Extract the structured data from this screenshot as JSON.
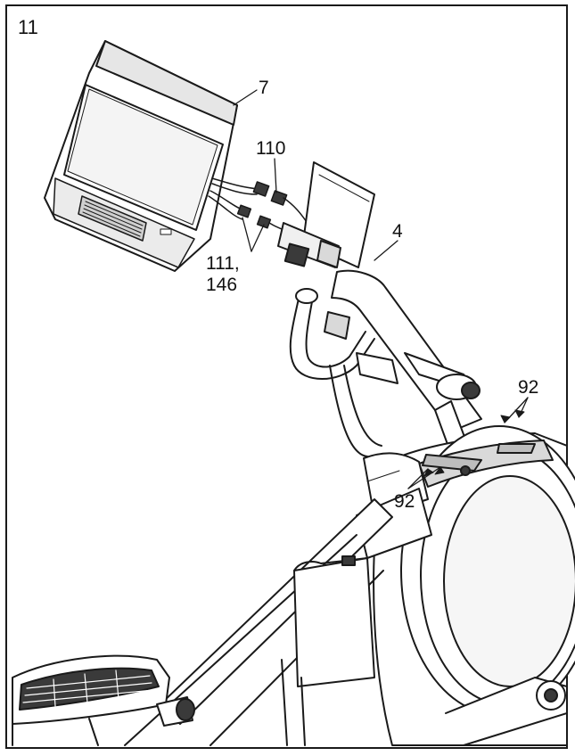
{
  "step_number": "11",
  "callouts": {
    "console": "7",
    "wire_110": "110",
    "wire_111": "111,",
    "wire_146": "146",
    "upright": "4",
    "screw_92_top": "92",
    "screw_92_bottom": "92"
  },
  "colors": {
    "line": "#1a1a1a",
    "screen": "#ffffff",
    "shade": "#d9d9d9",
    "dark": "#3a3a3a"
  }
}
